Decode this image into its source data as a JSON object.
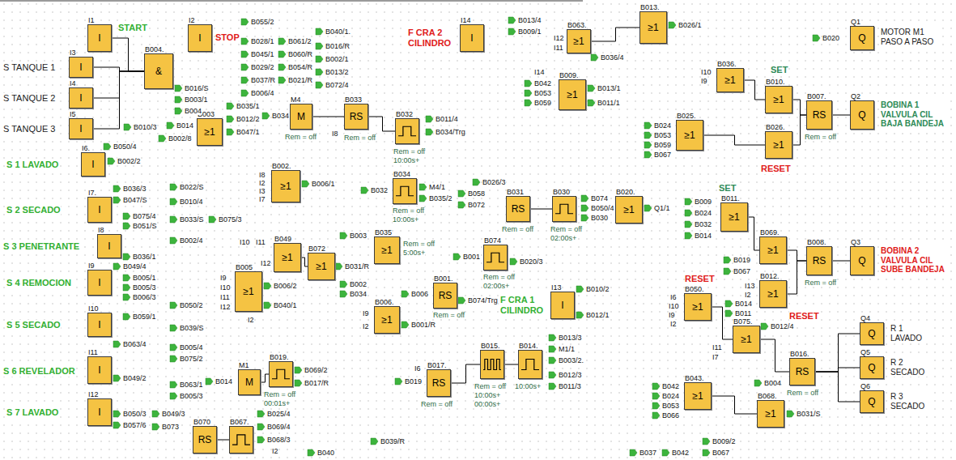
{
  "diagram": {
    "nodes": [
      {
        "text": [
          "I1",
          "I"
        ]
      },
      {
        "text": [
          "I2",
          "I"
        ]
      },
      {
        "text": [
          "I3",
          "I"
        ]
      },
      {
        "text": [
          "I4",
          "I"
        ]
      },
      {
        "text": [
          "I5",
          "I"
        ]
      },
      {
        "text": [
          "B004.",
          "&"
        ]
      },
      {
        "text": [
          "B003",
          "≥1"
        ]
      },
      {
        "text": [
          "I6.",
          "I"
        ]
      },
      {
        "text": [
          "I7.",
          "I"
        ]
      },
      {
        "text": [
          "I8",
          "I"
        ]
      },
      {
        "text": [
          "I9",
          "I"
        ]
      },
      {
        "text": [
          "I10",
          "I"
        ]
      },
      {
        "text": [
          "I11",
          "I"
        ]
      },
      {
        "text": [
          "I12",
          "I"
        ]
      },
      {
        "text": [
          "M4",
          "M"
        ]
      },
      {
        "text": [
          "B033",
          "RS"
        ]
      },
      {
        "text": [
          "B032"
        ]
      },
      {
        "text": [
          "B002.",
          "≥1"
        ]
      },
      {
        "text": [
          "B034"
        ]
      },
      {
        "text": [
          "B049",
          "≥1"
        ]
      },
      {
        "text": [
          "B072",
          "≥1"
        ]
      },
      {
        "text": [
          "B005",
          "≥1"
        ]
      },
      {
        "text": [
          "B035",
          "≥1"
        ]
      },
      {
        "text": [
          "B006.",
          "≥1"
        ]
      },
      {
        "text": [
          "B001.",
          "RS"
        ]
      },
      {
        "text": [
          "B074"
        ]
      },
      {
        "text": [
          "B031",
          "RS"
        ]
      },
      {
        "text": [
          "B030"
        ]
      },
      {
        "text": [
          "B020.",
          "≥1"
        ]
      },
      {
        "text": [
          "I14",
          "I"
        ]
      },
      {
        "text": [
          "B063.",
          "≥1"
        ]
      },
      {
        "text": [
          "B009.",
          "≥1"
        ]
      },
      {
        "text": [
          "B013.",
          "≥1"
        ]
      },
      {
        "text": [
          "B036.",
          "≥1"
        ]
      },
      {
        "text": [
          "B010.",
          "≥1"
        ]
      },
      {
        "text": [
          "B025.",
          "≥1"
        ]
      },
      {
        "text": [
          "B026.",
          "≥1"
        ]
      },
      {
        "text": [
          "B007.",
          "RS"
        ]
      },
      {
        "text": [
          "Q1",
          "Q"
        ]
      },
      {
        "text": [
          "Q2",
          "Q"
        ]
      },
      {
        "text": [
          "B011.",
          "≥1"
        ]
      },
      {
        "text": [
          "B069.",
          "≥1"
        ]
      },
      {
        "text": [
          "B012.",
          "≥1"
        ]
      },
      {
        "text": [
          "B008.",
          "RS"
        ]
      },
      {
        "text": [
          "Q3",
          "Q"
        ]
      },
      {
        "text": [
          "I13",
          "I"
        ]
      },
      {
        "text": [
          "B050.",
          "≥1"
        ]
      },
      {
        "text": [
          "B075.",
          "≥1"
        ]
      },
      {
        "text": [
          "B016.",
          "RS"
        ]
      },
      {
        "text": [
          "Q4",
          "Q"
        ]
      },
      {
        "text": [
          "Q5",
          "Q"
        ]
      },
      {
        "text": [
          "Q6",
          "Q"
        ]
      },
      {
        "text": [
          "B043.",
          "≥1"
        ]
      },
      {
        "text": [
          "B068.",
          "≥1"
        ]
      },
      {
        "text": [
          "M1",
          "M"
        ]
      },
      {
        "text": [
          "B019."
        ]
      },
      {
        "text": [
          "B017.",
          "RS"
        ]
      },
      {
        "text": [
          "B015."
        ]
      },
      {
        "text": [
          "B014."
        ]
      },
      {
        "text": [
          "B070",
          "RS"
        ]
      },
      {
        "text": [
          "B067."
        ]
      }
    ],
    "edges": [
      {
        "from": 0,
        "to": 5,
        "arrow": "none"
      },
      {
        "from": 2,
        "to": 5,
        "arrow": "none"
      },
      {
        "from": 3,
        "to": 5,
        "arrow": "none"
      },
      {
        "from": 4,
        "to": 5,
        "arrow": "none"
      },
      {
        "from": 14,
        "to": 15,
        "arrow": "none"
      },
      {
        "from": 15,
        "to": 16,
        "arrow": "none"
      },
      {
        "from": 19,
        "to": 20,
        "arrow": "none"
      },
      {
        "from": 26,
        "to": 27,
        "arrow": "none"
      },
      {
        "from": 30,
        "to": 32,
        "arrow": "none"
      },
      {
        "from": 33,
        "to": 34,
        "arrow": "none"
      },
      {
        "from": 34,
        "to": 37,
        "arrow": "none"
      },
      {
        "from": 35,
        "to": 36,
        "arrow": "none"
      },
      {
        "from": 36,
        "to": 37,
        "arrow": "none"
      },
      {
        "from": 37,
        "to": 39,
        "arrow": "none"
      },
      {
        "from": 40,
        "to": 41,
        "arrow": "none"
      },
      {
        "from": 41,
        "to": 43,
        "arrow": "none"
      },
      {
        "from": 42,
        "to": 43,
        "arrow": "none"
      },
      {
        "from": 43,
        "to": 44,
        "arrow": "none"
      },
      {
        "from": 46,
        "to": 47,
        "arrow": "none"
      },
      {
        "from": 47,
        "to": 48,
        "arrow": "none"
      },
      {
        "from": 48,
        "to": 49,
        "arrow": "none"
      },
      {
        "from": 48,
        "to": 50,
        "arrow": "none"
      },
      {
        "from": 48,
        "to": 51,
        "arrow": "none"
      },
      {
        "from": 52,
        "to": 53,
        "arrow": "none"
      },
      {
        "from": 54,
        "to": 55,
        "arrow": "none"
      },
      {
        "from": 56,
        "to": 57,
        "arrow": "none"
      },
      {
        "from": 57,
        "to": 58,
        "arrow": "none"
      },
      {
        "from": 59,
        "to": 60,
        "arrow": "none"
      }
    ],
    "labels": [
      "START",
      "STOP",
      "S TANQUE 1",
      "S TANQUE 2",
      "S TANQUE 3",
      "B055/2",
      "B028/1",
      "B045/1",
      "B029/2",
      "B037/R",
      "B006/4",
      "B061/2",
      "B060/R",
      "B054/R",
      "B021/R",
      "B040/1.",
      "B016/R",
      "B002/1",
      "B013/2",
      "B072/4",
      "B035/1",
      "B012/2",
      "B047/1",
      "B016/S",
      "B003/1",
      "B004",
      "B010/3",
      "B014",
      "B002/8",
      "B050/4",
      "B002/2",
      "S 1 LAVADO",
      "B036/3",
      "B047/S",
      "B022/S",
      "B010/4",
      "S 2 SECADO",
      "B075/4",
      "B051/S",
      "B033/S",
      "B075/3",
      "B002/4",
      "S 3 PENETRANTE",
      "B036/1",
      "B049/4",
      "S 4 REMOCION",
      "B005/1",
      "B005/3",
      "B006/3",
      "B059/1",
      "B050/2",
      "B039/S",
      "S 5 SECADO",
      "I9",
      "I10",
      "I11",
      "I12",
      "B006/2",
      "B040/1",
      "I2",
      "I8",
      "I2",
      "I3",
      "I7",
      "B006/1",
      "I10",
      "I11",
      "I12",
      "B031/R",
      "B003",
      "B002",
      "B034",
      "Rem = off",
      "5:00s+",
      "I9",
      "I2",
      "B006",
      "B001/R",
      "B074/Trg",
      "Rem = off",
      "B001",
      "B020/3",
      "Rem = off",
      "02:00s+",
      "B034",
      "Rem = off",
      "I8",
      "Rem = off",
      "B011/4",
      "B034/Trg",
      "Rem = off",
      "10:00s+",
      "B032",
      "M4/1",
      "B035/2",
      "Rem = off",
      "10:00s+",
      "B026/3",
      "B058",
      "B072",
      "Rem = off",
      "Rem = off",
      "02:00s+",
      "B074",
      "B050/4",
      "B030",
      "Q1/1",
      "SET",
      "F CRA 2 CILINDRO",
      "B013/4",
      "B009/1",
      "I12",
      "I11",
      "B036/4",
      "B026/1",
      "I14",
      "B042",
      "B053",
      "B059",
      "B013/1",
      "B011/1",
      "I10",
      "I9",
      "SET",
      "B024",
      "B053",
      "B059",
      "B067",
      "RESET",
      "Rem = off",
      "B020",
      "MOTOR M1 PASO A PASO",
      "BOBINA 1 VALVULA CIL BAJA BANDEJA",
      "B009",
      "B024",
      "B032",
      "B014",
      "B019",
      "B067",
      "I13",
      "I2",
      "B014",
      "B011",
      "RESET",
      "Rem = off",
      "BOBINA 2 VALVULA CIL SUBE BANDEJA",
      "F CRA 1 CILINDRO",
      "B010/2",
      "B012/1",
      "RESET",
      "I6",
      "I10",
      "I9",
      "I2",
      "I11",
      "I7",
      "B012/4",
      "B004",
      "Rem = off",
      "R 1 LAVADO",
      "R 2 SECADO",
      "R 3 SECADO",
      "B042",
      "B024",
      "B053",
      "B066",
      "B031/S",
      "B009/2",
      "B067",
      "B037",
      "B042",
      "B063/4",
      "S 6 REVELADOR",
      "B005/4",
      "B075/2",
      "B049/2",
      "B063/1",
      "B005/3",
      "S 7 LAVADO",
      "B050/3",
      "B057/6",
      "B049/3",
      "B073",
      "B014",
      "Rem = off",
      "00:01s+",
      "B069/2",
      "B017/R",
      "I6",
      "B019",
      "Rem = off",
      "Rem = off",
      "10:00s+",
      "00:00s+",
      "10:00s+",
      "B013/3",
      "M1/1",
      "B003/2.",
      "B012/3",
      "B011/3",
      "B025/4",
      "B069/4",
      "B068/3",
      "I2",
      "B040",
      "B039/R"
    ]
  }
}
